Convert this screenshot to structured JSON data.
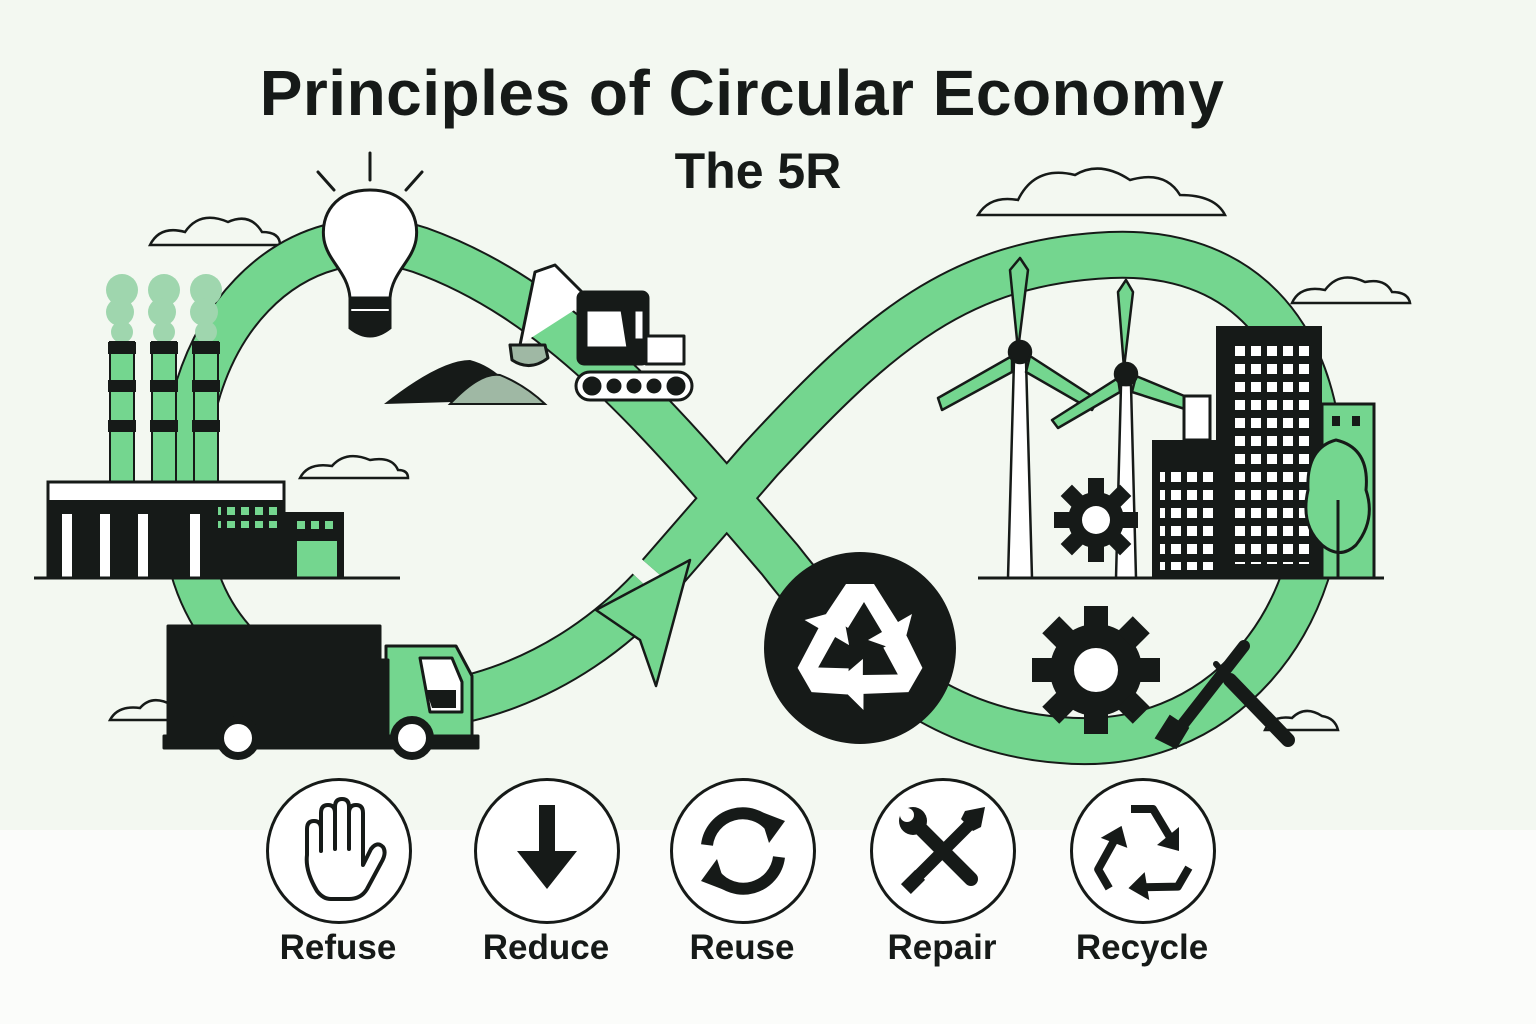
{
  "title": "Principles of Circular Economy",
  "subtitle": "The 5R",
  "colors": {
    "accent_green": "#74d68f",
    "light_green": "#9fdcb0",
    "ink": "#161a18",
    "background": "#f3f8f1"
  },
  "principles": [
    {
      "label": "Refuse",
      "icon": "hand-stop-icon"
    },
    {
      "label": "Reduce",
      "icon": "arrow-down-icon"
    },
    {
      "label": "Reuse",
      "icon": "refresh-cycle-icon"
    },
    {
      "label": "Repair",
      "icon": "wrench-screwdriver-icon"
    },
    {
      "label": "Recycle",
      "icon": "recycle-icon"
    }
  ],
  "scene_icons": [
    "infinity-loop-arrow",
    "factory-icon",
    "lightbulb-icon",
    "excavator-icon",
    "wind-turbine-icon",
    "city-buildings-icon",
    "gear-icon",
    "recycle-badge-icon",
    "wrench-icon",
    "delivery-truck-icon",
    "cloud-icon"
  ]
}
